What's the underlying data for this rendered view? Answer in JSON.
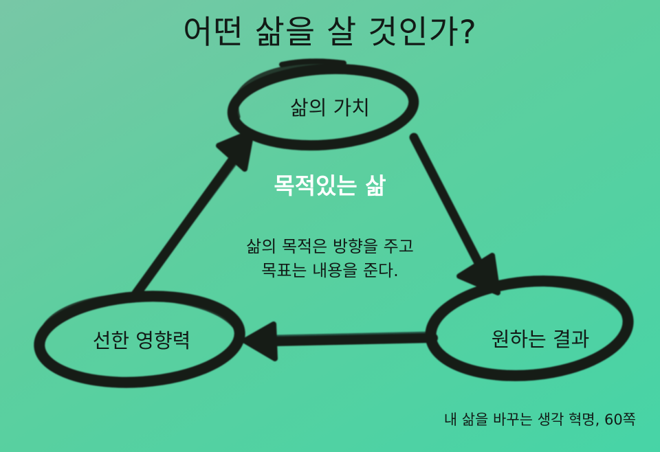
{
  "title": "어떤 삶을 살 것인가?",
  "nodes": {
    "top": "삶의 가치",
    "right": "원하는 결과",
    "left": "선한 영향력"
  },
  "center": {
    "title": "목적있는 삶",
    "line1": "삶의 목적은 방향을 주고",
    "line2": "목표는 내용을 준다."
  },
  "source": "내 삶을 바꾸는 생각 혁명, 60쪽",
  "colors": {
    "background": "#5ccf9f",
    "ink": "#141d18",
    "center_title": "#ffffff"
  }
}
